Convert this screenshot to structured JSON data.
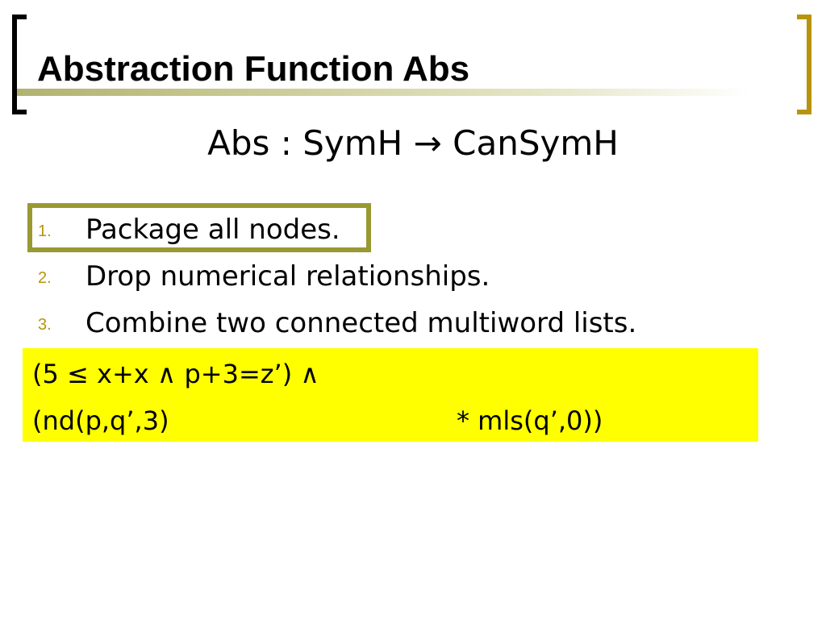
{
  "slide": {
    "title": "Abstraction Function Abs",
    "subtitle": "Abs : SymH → CanSymH",
    "list": [
      {
        "number": "1.",
        "text": "Package all nodes."
      },
      {
        "number": "2.",
        "text": "Drop numerical relationships."
      },
      {
        "number": "3.",
        "text": "Combine two connected multiword lists."
      }
    ],
    "formula": {
      "line1": "(5 ≤ x+x ∧ p+3=z’) ∧",
      "line2_left": "(nd(p,q’,3)",
      "line2_right": "* mls(q’,0))"
    },
    "colors": {
      "accent": "#b8930e",
      "highlight_border": "#999933",
      "formula_background": "#ffff00"
    }
  }
}
